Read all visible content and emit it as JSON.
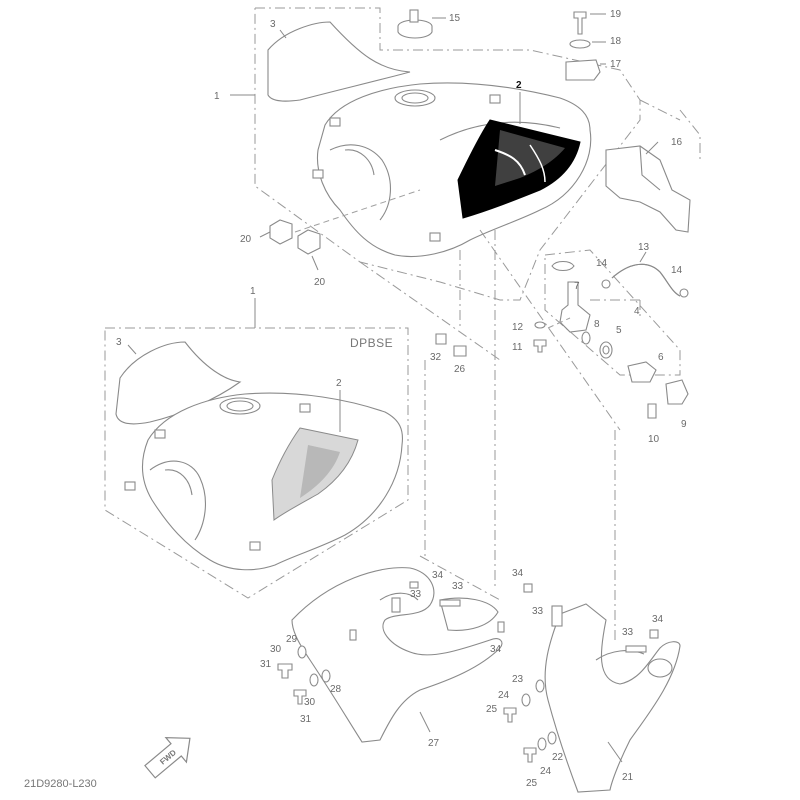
{
  "diagram": {
    "code": "21D9280-L230",
    "variant_label": "DPBSE",
    "fwd_label": "FWD",
    "highlighted_part": "2",
    "callouts": [
      {
        "id": "c1a",
        "label": "1",
        "highlight": false
      },
      {
        "id": "c1b",
        "label": "1",
        "highlight": false
      },
      {
        "id": "c2a",
        "label": "2",
        "highlight": true
      },
      {
        "id": "c2b",
        "label": "2",
        "highlight": false
      },
      {
        "id": "c3a",
        "label": "3",
        "highlight": false
      },
      {
        "id": "c3b",
        "label": "3",
        "highlight": false
      },
      {
        "id": "c4",
        "label": "4",
        "highlight": false
      },
      {
        "id": "c5",
        "label": "5",
        "highlight": false
      },
      {
        "id": "c6",
        "label": "6",
        "highlight": false
      },
      {
        "id": "c7",
        "label": "7",
        "highlight": false
      },
      {
        "id": "c8",
        "label": "8",
        "highlight": false
      },
      {
        "id": "c9",
        "label": "9",
        "highlight": false
      },
      {
        "id": "c10",
        "label": "10",
        "highlight": false
      },
      {
        "id": "c11",
        "label": "11",
        "highlight": false
      },
      {
        "id": "c12",
        "label": "12",
        "highlight": false
      },
      {
        "id": "c13",
        "label": "13",
        "highlight": false
      },
      {
        "id": "c14a",
        "label": "14",
        "highlight": false
      },
      {
        "id": "c14b",
        "label": "14",
        "highlight": false
      },
      {
        "id": "c15",
        "label": "15",
        "highlight": false
      },
      {
        "id": "c16",
        "label": "16",
        "highlight": false
      },
      {
        "id": "c17",
        "label": "17",
        "highlight": false
      },
      {
        "id": "c18",
        "label": "18",
        "highlight": false
      },
      {
        "id": "c19",
        "label": "19",
        "highlight": false
      },
      {
        "id": "c20a",
        "label": "20",
        "highlight": false
      },
      {
        "id": "c20b",
        "label": "20",
        "highlight": false
      },
      {
        "id": "c21",
        "label": "21",
        "highlight": false
      },
      {
        "id": "c22",
        "label": "22",
        "highlight": false
      },
      {
        "id": "c23",
        "label": "23",
        "highlight": false
      },
      {
        "id": "c24a",
        "label": "24",
        "highlight": false
      },
      {
        "id": "c24b",
        "label": "24",
        "highlight": false
      },
      {
        "id": "c25a",
        "label": "25",
        "highlight": false
      },
      {
        "id": "c25b",
        "label": "25",
        "highlight": false
      },
      {
        "id": "c26",
        "label": "26",
        "highlight": false
      },
      {
        "id": "c27",
        "label": "27",
        "highlight": false
      },
      {
        "id": "c28",
        "label": "28",
        "highlight": false
      },
      {
        "id": "c29",
        "label": "29",
        "highlight": false
      },
      {
        "id": "c30a",
        "label": "30",
        "highlight": false
      },
      {
        "id": "c30b",
        "label": "30",
        "highlight": false
      },
      {
        "id": "c31a",
        "label": "31",
        "highlight": false
      },
      {
        "id": "c31b",
        "label": "31",
        "highlight": false
      },
      {
        "id": "c32",
        "label": "32",
        "highlight": false
      },
      {
        "id": "c33a",
        "label": "33",
        "highlight": false
      },
      {
        "id": "c33b",
        "label": "33",
        "highlight": false
      },
      {
        "id": "c33c",
        "label": "33",
        "highlight": false
      },
      {
        "id": "c33d",
        "label": "33",
        "highlight": false
      },
      {
        "id": "c34a",
        "label": "34",
        "highlight": false
      },
      {
        "id": "c34b",
        "label": "34",
        "highlight": false
      },
      {
        "id": "c34c",
        "label": "34",
        "highlight": false
      },
      {
        "id": "c34d",
        "label": "34",
        "highlight": false
      }
    ],
    "colors": {
      "line": "#8a8a8a",
      "callout_text": "#6a6a6a",
      "highlight_text": "#111111",
      "highlight_part": "#000000"
    }
  }
}
